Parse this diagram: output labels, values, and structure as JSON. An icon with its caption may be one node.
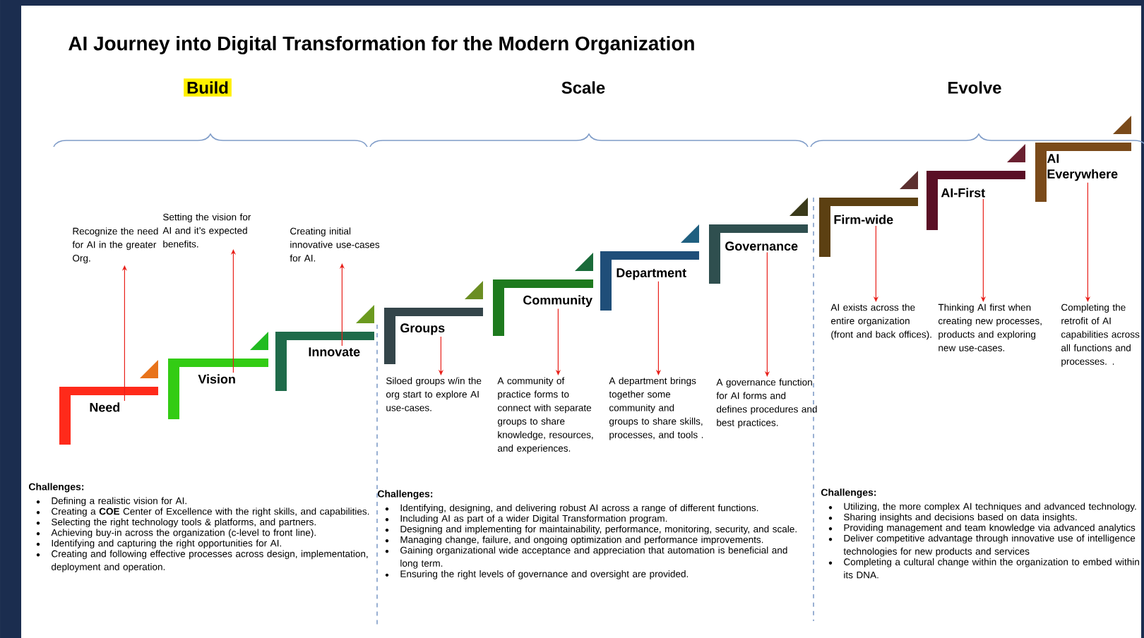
{
  "diagram": {
    "title": "AI Journey into Digital Transformation for the Modern Organization",
    "nodes": [
      {
        "text": [
          "Need"
        ]
      },
      {
        "text": [
          "Vision"
        ]
      },
      {
        "text": [
          "Innovate"
        ]
      },
      {
        "text": [
          "Groups"
        ]
      },
      {
        "text": [
          "Community"
        ]
      },
      {
        "text": [
          "Department"
        ]
      },
      {
        "text": [
          "Governance"
        ]
      },
      {
        "text": [
          "Firm-wide"
        ]
      },
      {
        "text": [
          "AI-First"
        ]
      },
      {
        "text": [
          "AI Everywhere"
        ]
      },
      {
        "text": [
          "Recognize the need for AI in the greater Org."
        ]
      },
      {
        "text": [
          "Setting the vision for AI and it’s expected benefits."
        ]
      },
      {
        "text": [
          "Creating initial innovative use-cases for AI."
        ]
      },
      {
        "text": [
          "Siloed groups w/in the org start to explore AI use-cases."
        ]
      },
      {
        "text": [
          "A community of practice forms to connect with separate groups to share knowledge, resources, and experiences."
        ]
      },
      {
        "text": [
          "A department brings together some community and groups to share skills, processes, and tools ."
        ]
      },
      {
        "text": [
          "A governance function for AI forms and defines procedures and best practices."
        ]
      },
      {
        "text": [
          "AI exists across the entire organization (front and back offices)."
        ]
      },
      {
        "text": [
          "Thinking AI first when creating new processes, products and exploring new use-cases."
        ]
      },
      {
        "text": [
          "Completing the retrofit of AI capabilities across all functions and processes. ."
        ]
      }
    ],
    "edges": [
      {
        "from": 0,
        "to": 10,
        "arrow": "to"
      },
      {
        "from": 1,
        "to": 11,
        "arrow": "to"
      },
      {
        "from": 2,
        "to": 12,
        "arrow": "to"
      },
      {
        "from": 3,
        "to": 13,
        "arrow": "to"
      },
      {
        "from": 4,
        "to": 14,
        "arrow": "to"
      },
      {
        "from": 5,
        "to": 15,
        "arrow": "to"
      },
      {
        "from": 6,
        "to": 16,
        "arrow": "to"
      },
      {
        "from": 7,
        "to": 17,
        "arrow": "to"
      },
      {
        "from": 8,
        "to": 18,
        "arrow": "to"
      },
      {
        "from": 9,
        "to": 19,
        "arrow": "to"
      }
    ],
    "labels": [
      "Build",
      "Scale",
      "Evolve",
      "Challenges:",
      "Defining a realistic vision for AI.",
      "Creating a **COE** Center of Excellence with the right skills, and capabilities.",
      "Selecting the right technology tools & platforms, and partners.",
      "Achieving buy-in across the organization (c-level to front line).",
      "Identifying and capturing the right opportunities for AI.",
      "Creating and following effective processes across design, implementation, deployment and operation.",
      "Challenges:",
      "Identifying, designing, and delivering robust AI across a range of different functions.",
      "Including AI as part of a wider Digital Transformation program.",
      "Designing and implementing for maintainability, performance, monitoring, security, and scale.",
      "Managing change, failure, and ongoing optimization and performance improvements.",
      "Gaining organizational wide acceptance and appreciation that automation is beneficial and long term.",
      "Ensuring the right levels of governance and oversight are provided.",
      "Challenges:",
      "Utilizing, the more complex AI techniques and advanced technology.",
      "Sharing insights and decisions based on data insights.",
      "Providing management and team knowledge via advanced analytics",
      "Deliver competitive advantage through innovative use of intelligence technologies for new products and services",
      "Completing a cultural change within the organization to embed within its DNA."
    ]
  }
}
